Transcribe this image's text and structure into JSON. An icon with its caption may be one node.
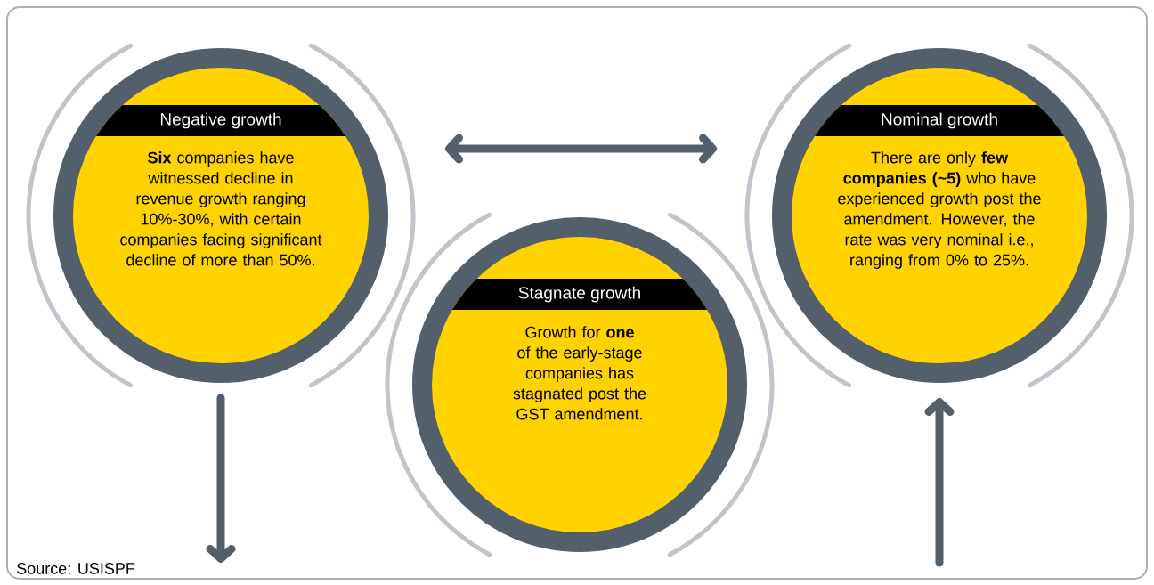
{
  "diagram": {
    "nodes": [
      {
        "text": [
          "Negative growth",
          "**Six** companies have witnessed decline in revenue growth ranging 10%-30%, with certain companies facing significant decline of more than 50%."
        ]
      },
      {
        "text": [
          "Stagnate growth",
          "Growth for **one** of the early-stage companies has stagnated post the GST amendment."
        ]
      },
      {
        "text": [
          "Nominal growth",
          "There are only **few companies (~5)** who have experienced growth post the amendment. However, the rate was very nominal i.e., ranging from 0% to 25%."
        ]
      }
    ],
    "edges": [
      {
        "from": 0,
        "to": 2,
        "arrow": "both"
      },
      {
        "from": 0,
        "to": null,
        "arrow": "to"
      },
      {
        "from": null,
        "to": 2,
        "arrow": "to"
      }
    ],
    "labels": [
      "Source: USISPF"
    ]
  }
}
